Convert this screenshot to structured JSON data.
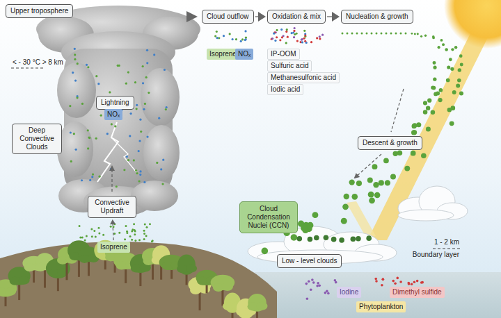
{
  "diagram": {
    "nodes": [
      {
        "text": [
          "Upper troposphere"
        ]
      },
      {
        "text": [
          "Cloud outflow"
        ]
      },
      {
        "text": [
          "Oxidation & mix"
        ]
      },
      {
        "text": [
          "Nucleation & growth"
        ]
      },
      {
        "text": [
          "Isoprene"
        ]
      },
      {
        "text": [
          "NOₓ"
        ]
      },
      {
        "text": [
          "IP-OOM"
        ]
      },
      {
        "text": [
          "Sulfuric acid"
        ]
      },
      {
        "text": [
          "Methanesulfonic acid"
        ]
      },
      {
        "text": [
          "Iodic acid"
        ]
      },
      {
        "text": [
          "Lightning"
        ]
      },
      {
        "text": [
          "NOₓ"
        ]
      },
      {
        "text": [
          "Deep Convective Clouds"
        ]
      },
      {
        "text": [
          "Descent & growth"
        ]
      },
      {
        "text": [
          "Convective Updraft"
        ]
      },
      {
        "text": [
          "Cloud Condensation Nuclei (CCN)"
        ]
      },
      {
        "text": [
          "Isoprene"
        ]
      },
      {
        "text": [
          "Low - level clouds"
        ]
      },
      {
        "text": [
          "Iodine"
        ]
      },
      {
        "text": [
          "Dimethyl sulfide"
        ]
      },
      {
        "text": [
          "Phytoplankton"
        ]
      }
    ],
    "edges": [
      {
        "from": 1,
        "to": 2,
        "arrow": "to"
      },
      {
        "from": 2,
        "to": 3,
        "arrow": "to"
      },
      {
        "from": 16,
        "to": 14,
        "arrow": "to"
      }
    ],
    "labels": [
      "< - 30 °C > 8 km",
      "1 - 2 km",
      "Boundary layer"
    ]
  }
}
